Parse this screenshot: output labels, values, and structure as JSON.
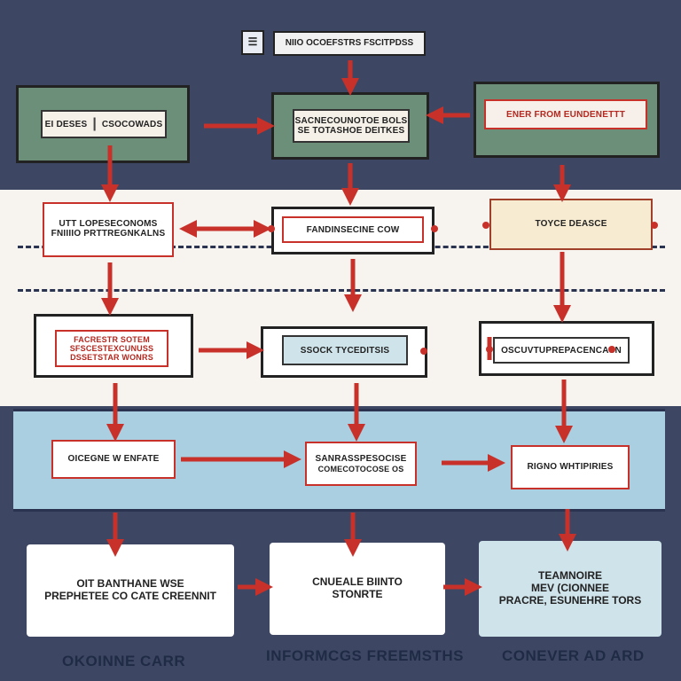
{
  "header": {
    "icon": "document-icon",
    "title": "NIIO   OCOEFSTRS FSCITPDSS"
  },
  "row1": {
    "left": {
      "label_a": "EI DESES",
      "label_b": "CSOCOWADS"
    },
    "center": {
      "line1": "SACNECOUNOTOE BOLS",
      "line2": "SE TOTASHOE DEITKES"
    },
    "right": {
      "label": "ENER FROM EUNDENETTT"
    }
  },
  "row2": {
    "left": {
      "line1": "UTT LOPESECONOMS",
      "line2": "FNIIIIO PRTTREGNKALNS"
    },
    "center": {
      "label": "FANDINSECINE COW"
    },
    "right": {
      "label": "TOYCE DEASCE"
    }
  },
  "row3": {
    "left": {
      "line1": "FACRESTR SOTEM",
      "line2": "SFSCESTEXCUNUSS",
      "line3": "DSSETSTAR WONRS"
    },
    "center": {
      "label": "SSOCK TYCEDITSIS"
    },
    "right": {
      "label": "OSCUVTUPREPACENCASN"
    }
  },
  "row4": {
    "left": {
      "label": "OICEGNE W ENFATE"
    },
    "center": {
      "line1": "SANRASSPESOCISE",
      "line2": "COMECOTOCOSE OS"
    },
    "right": {
      "label": "RIGNO WHTIPIRIES"
    }
  },
  "row5": {
    "left": {
      "line1": "OIT BANTHANE WSE",
      "line2": "PREPHETEE CO CATE CREENNIT"
    },
    "center": {
      "line1": "CNUEALE BIINTO",
      "line2": "STONRTE"
    },
    "right": {
      "line1": "TEAMNOIRE",
      "line2": "MEV (CIONNEE",
      "line3": "PRACRE, ESUNEHRE TORS"
    }
  },
  "footer": {
    "left": "OKOINNE CARR",
    "center": "INFORMCGS FREEMSTHS",
    "right": "CONEVER AD ARD"
  },
  "colors": {
    "background": "#3d4763",
    "accent_red": "#c8302a",
    "band_blue": "#a9cfe0",
    "box_green": "#6b8f78"
  }
}
